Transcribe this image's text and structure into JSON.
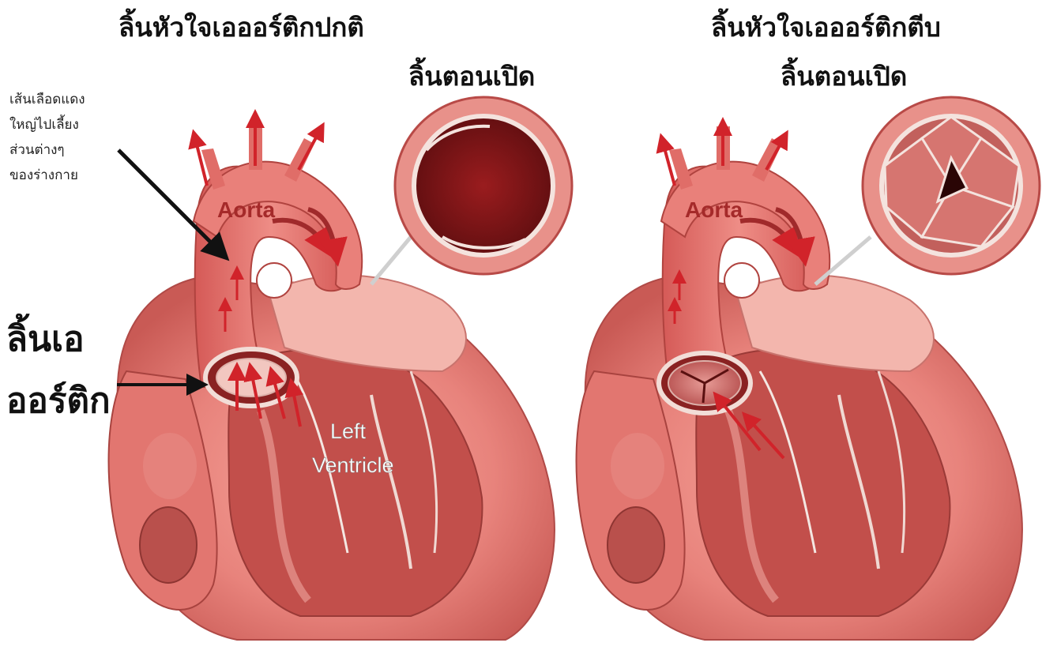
{
  "titles": {
    "normal": "ลิ้นหัวใจเอออร์ติกปกติ",
    "stenosis": "ลิ้นหัวใจเอออร์ติกตีบ"
  },
  "valve_open_label": {
    "normal": "ลิ้นตอนเปิด",
    "stenosis": "ลิ้นตอนเปิด"
  },
  "annotation": {
    "lines": [
      "เส้นเลือดแดง",
      "ใหญ่ไปเลี้ยง",
      "ส่วนต่างๆ",
      "ของร่างกาย"
    ]
  },
  "valve_label": {
    "line1": "ลิ้นเอ",
    "line2": "ออร์ติก"
  },
  "diagram_labels": {
    "aorta_left": "Aorta",
    "aorta_right": "Aorta",
    "lv_line1": "Left",
    "lv_line2": "Ventricle"
  },
  "colors": {
    "heart": "#e8837c",
    "heart_dark": "#c5504c",
    "heart_light": "#f3b6ad",
    "arrow": "#d1232a",
    "valve_bg": "#7a1416"
  }
}
